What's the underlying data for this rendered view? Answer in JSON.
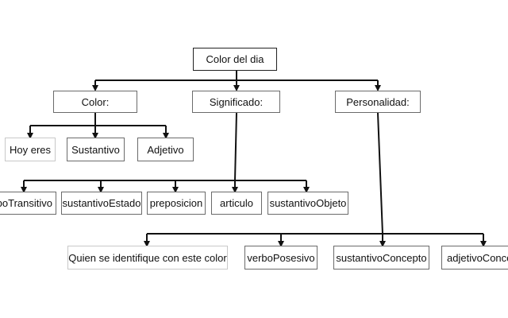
{
  "diagram": {
    "root": {
      "label": "Color del dia"
    },
    "level1": {
      "color": {
        "label": "Color:"
      },
      "significado": {
        "label": "Significado:"
      },
      "personalidad": {
        "label": "Personalidad:"
      }
    },
    "color_children": [
      {
        "label": "Hoy eres"
      },
      {
        "label": "Sustantivo"
      },
      {
        "label": "Adjetivo"
      }
    ],
    "significado_children": [
      {
        "label": "boTransitivo"
      },
      {
        "label": "sustantivoEstado"
      },
      {
        "label": "preposicion"
      },
      {
        "label": "articulo"
      },
      {
        "label": "sustantivoObjeto"
      }
    ],
    "personalidad_children": [
      {
        "label": "Quien se identifique con este color"
      },
      {
        "label": "verboPosesivo"
      },
      {
        "label": "sustantivoConcepto"
      },
      {
        "label": "adjetivoConce"
      }
    ],
    "line_color": "#111111"
  }
}
